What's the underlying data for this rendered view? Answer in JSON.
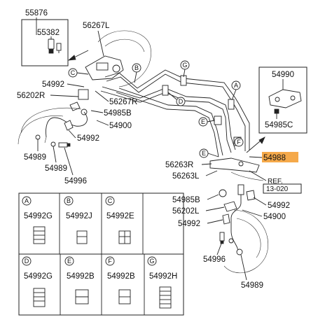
{
  "parts": {
    "p55876": "55876",
    "p55382": "55382",
    "p56267L": "56267L",
    "p54992_top": "54992",
    "p56202R": "56202R",
    "p56267R": "56267R",
    "p54985B_left": "54985B",
    "p54900_left": "54900",
    "p54992_left": "54992",
    "p54989_left_a": "54989",
    "p54989_left_b": "54989",
    "p54996_left": "54996",
    "p54990": "54990",
    "p54985C": "54985C",
    "p54988": "54988",
    "p56263R": "56263R",
    "p56263L": "56263L",
    "p54985B_right": "54985B",
    "p56202L": "56202L",
    "p54992_right_a": "54992",
    "p54900_right": "54900",
    "p54992_right_b": "54992",
    "p54996_right": "54996",
    "p54989_right": "54989"
  },
  "ref": {
    "line1": "REF.",
    "line2": "13-020"
  },
  "callouts": {
    "A": "A",
    "B": "B",
    "C": "C",
    "D": "D",
    "E": "E",
    "F": "F",
    "G": "G"
  },
  "legend": [
    {
      "letter": "A",
      "part": "54992G"
    },
    {
      "letter": "B",
      "part": "54992J"
    },
    {
      "letter": "C",
      "part": "54992E"
    },
    {
      "letter": "D",
      "part": "54992G"
    },
    {
      "letter": "E",
      "part": "54992B"
    },
    {
      "letter": "F",
      "part": "54992B"
    },
    {
      "letter": "G",
      "part": "54992H"
    }
  ],
  "colors": {
    "highlight": "#f5a94a",
    "ink": "#222222"
  }
}
